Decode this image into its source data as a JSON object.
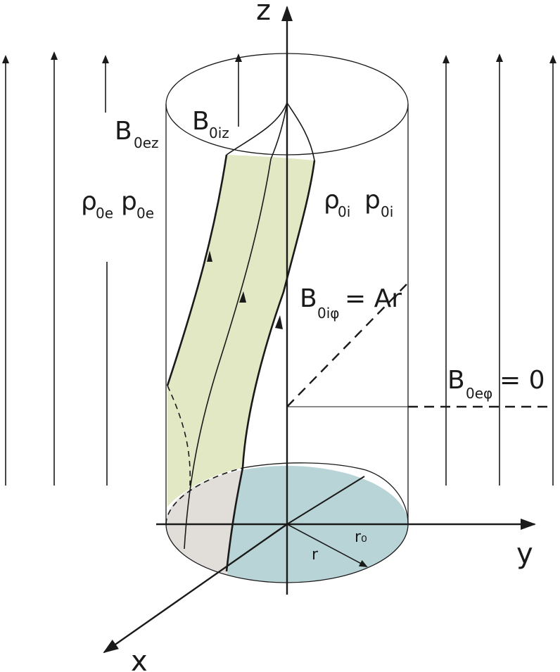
{
  "axes": {
    "z": "z",
    "y": "y",
    "x": "x"
  },
  "labels": {
    "b0ez_main": "B",
    "b0ez_sub": "0ez",
    "b0iz_main": "B",
    "b0iz_sub": "0iz",
    "rho0e_main": "ρ",
    "rho0e_sub": "0e",
    "p0e_main": "p",
    "p0e_sub": "0e",
    "rho0i_main": "ρ",
    "rho0i_sub": "0i",
    "p0i_main": "p",
    "p0i_sub": "0i",
    "b0iphi_main": "B",
    "b0iphi_sub": "0iφ",
    "b0iphi_rhs": "= Ar",
    "b0ephi_main": "B",
    "b0ephi_sub": "0eφ",
    "b0ephi_rhs": "= 0",
    "r": "r",
    "r0": "r₀"
  },
  "colors": {
    "tube_fill": "#e2e8c4",
    "base_cross_section": "#b9d4d7",
    "base_shadow": "#e1ddd9",
    "line": "#1a1a1a"
  }
}
